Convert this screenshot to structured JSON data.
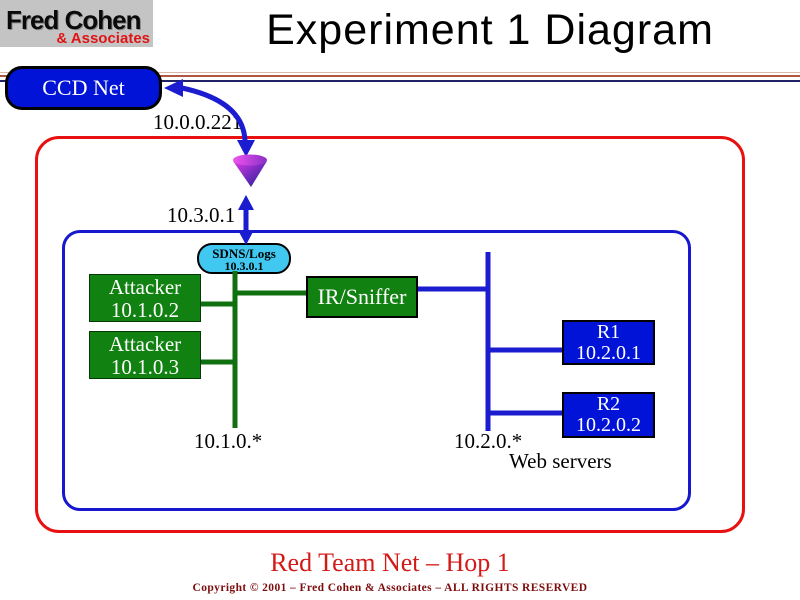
{
  "header": {
    "logo_line1": "Fred Cohen",
    "logo_line2": "& Associates",
    "title": "Experiment 1 Diagram"
  },
  "nodes": {
    "ccd_net": {
      "label": "CCD Net"
    },
    "sdns": {
      "line1": "SDNS/Logs",
      "line2": "10.3.0.1"
    },
    "attacker1": {
      "line1": "Attacker",
      "line2": "10.1.0.2"
    },
    "attacker2": {
      "line1": "Attacker",
      "line2": "10.1.0.3"
    },
    "ir_sniffer": {
      "label": "IR/Sniffer"
    },
    "r1": {
      "line1": "R1",
      "line2": "10.2.0.1"
    },
    "r2": {
      "line1": "R2",
      "line2": "10.2.0.2"
    }
  },
  "labels": {
    "uplink_ip": "10.0.0.221",
    "gateway_ip": "10.3.0.1",
    "attacker_subnet": "10.1.0.*",
    "server_subnet": "10.2.0.*",
    "web_servers": "Web servers"
  },
  "footer": {
    "caption": "Red Team Net – Hop 1",
    "copyright": "Copyright © 2001 – Fred Cohen & Associates – ALL RIGHTS RESERVED"
  },
  "colors": {
    "node_blue": "#0013d6",
    "node_green": "#118211",
    "node_cyan": "#40c8f0",
    "line_blue": "#1b1bd0",
    "line_green": "#107010",
    "outer_border_red": "#e81010",
    "inner_border_blue": "#1717d0",
    "caption_red": "#d41919",
    "copyright_maroon": "#7d0d0d",
    "cone_magenta": "#e23ae2",
    "cone_navy": "#1c1c8e",
    "logo_gray": "#c4c4c4",
    "logo_red": "#e01414"
  }
}
